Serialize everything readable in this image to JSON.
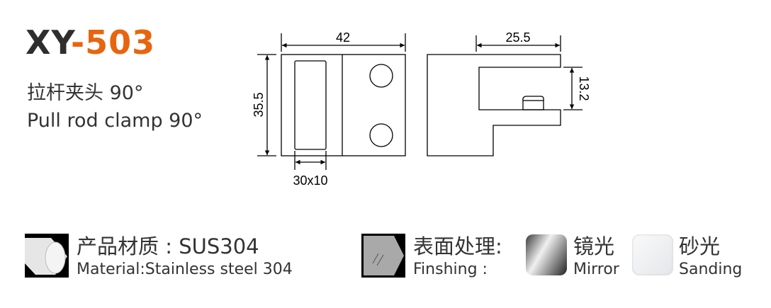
{
  "title": {
    "prefix": "XY",
    "model": "-503"
  },
  "product": {
    "name_cn": "拉杆夹头 90°",
    "name_en": "Pull rod clamp 90°"
  },
  "dimensions": {
    "width": "42",
    "height": "35.5",
    "slot": "30x10",
    "depth": "25.5",
    "glass": "13.2"
  },
  "material": {
    "label_cn": "产品材质 : SUS304",
    "label_en": "Material:Stainless steel 304"
  },
  "finishing": {
    "label_cn": "表面处理:",
    "label_en": "Finshing :",
    "options": [
      {
        "cn": "镜光",
        "en": "Mirror"
      },
      {
        "cn": "砂光",
        "en": "Sanding"
      }
    ]
  },
  "colors": {
    "accent": "#e8650f",
    "text": "#333333"
  }
}
